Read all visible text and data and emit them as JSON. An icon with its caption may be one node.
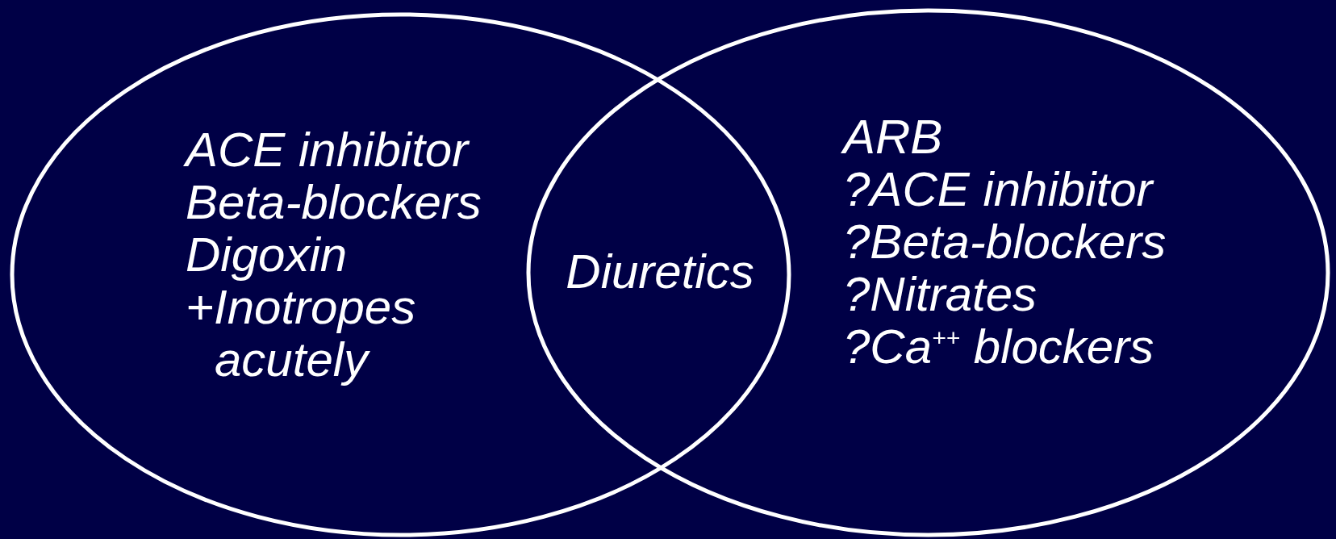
{
  "diagram": {
    "nodes": [
      {
        "text": [
          "ACE inhibitor",
          "Beta-blockers",
          "Digoxin",
          "+Inotropes acutely"
        ]
      },
      {
        "text": [
          "ARB",
          "?ACE inhibitor",
          "?Beta-blockers",
          "?Nitrates",
          "?Ca$^{++}$ blockers"
        ]
      }
    ],
    "edges": [],
    "labels": [
      "Diuretics"
    ]
  }
}
